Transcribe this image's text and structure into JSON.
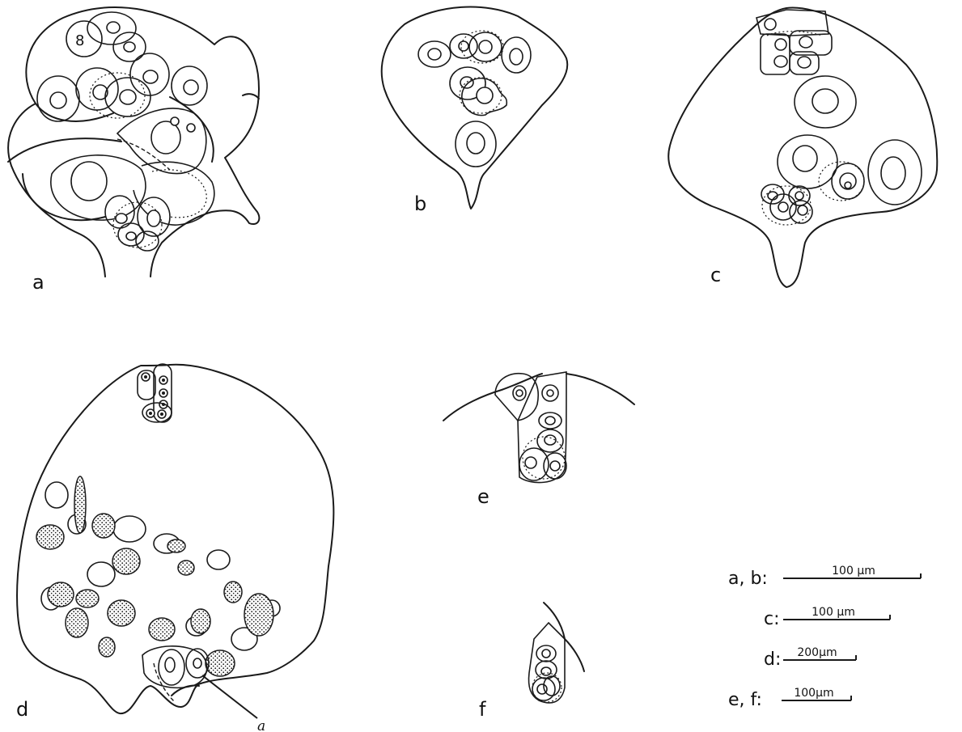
{
  "panels": {
    "a": "a",
    "b": "b",
    "c": "c",
    "d": "d",
    "e": "e",
    "f": "f"
  },
  "annotations": {
    "d_pointer": "a",
    "a_cell_number": "8"
  },
  "scale_bars": [
    {
      "panels": "a, b:",
      "length": "100 µm"
    },
    {
      "panels": "c:",
      "length": "100 µm"
    },
    {
      "panels": "d:",
      "length": "200µm"
    },
    {
      "panels": "e, f:",
      "length": "100µm"
    }
  ]
}
